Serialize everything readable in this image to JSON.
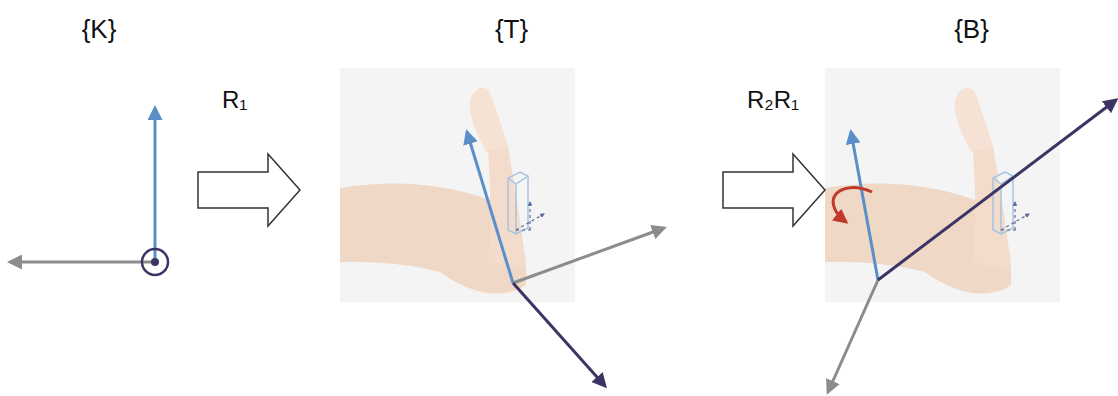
{
  "diagram": {
    "nodes": [
      {
        "text": [
          "{K}"
        ]
      },
      {
        "text": [
          "{T}"
        ]
      },
      {
        "text": [
          "{B}"
        ]
      }
    ],
    "edges": [
      {
        "from": 0,
        "to": 1,
        "arrow": "to",
        "label": "R₁"
      },
      {
        "from": 1,
        "to": 2,
        "arrow": "to",
        "label": "R₂R₁"
      }
    ]
  }
}
